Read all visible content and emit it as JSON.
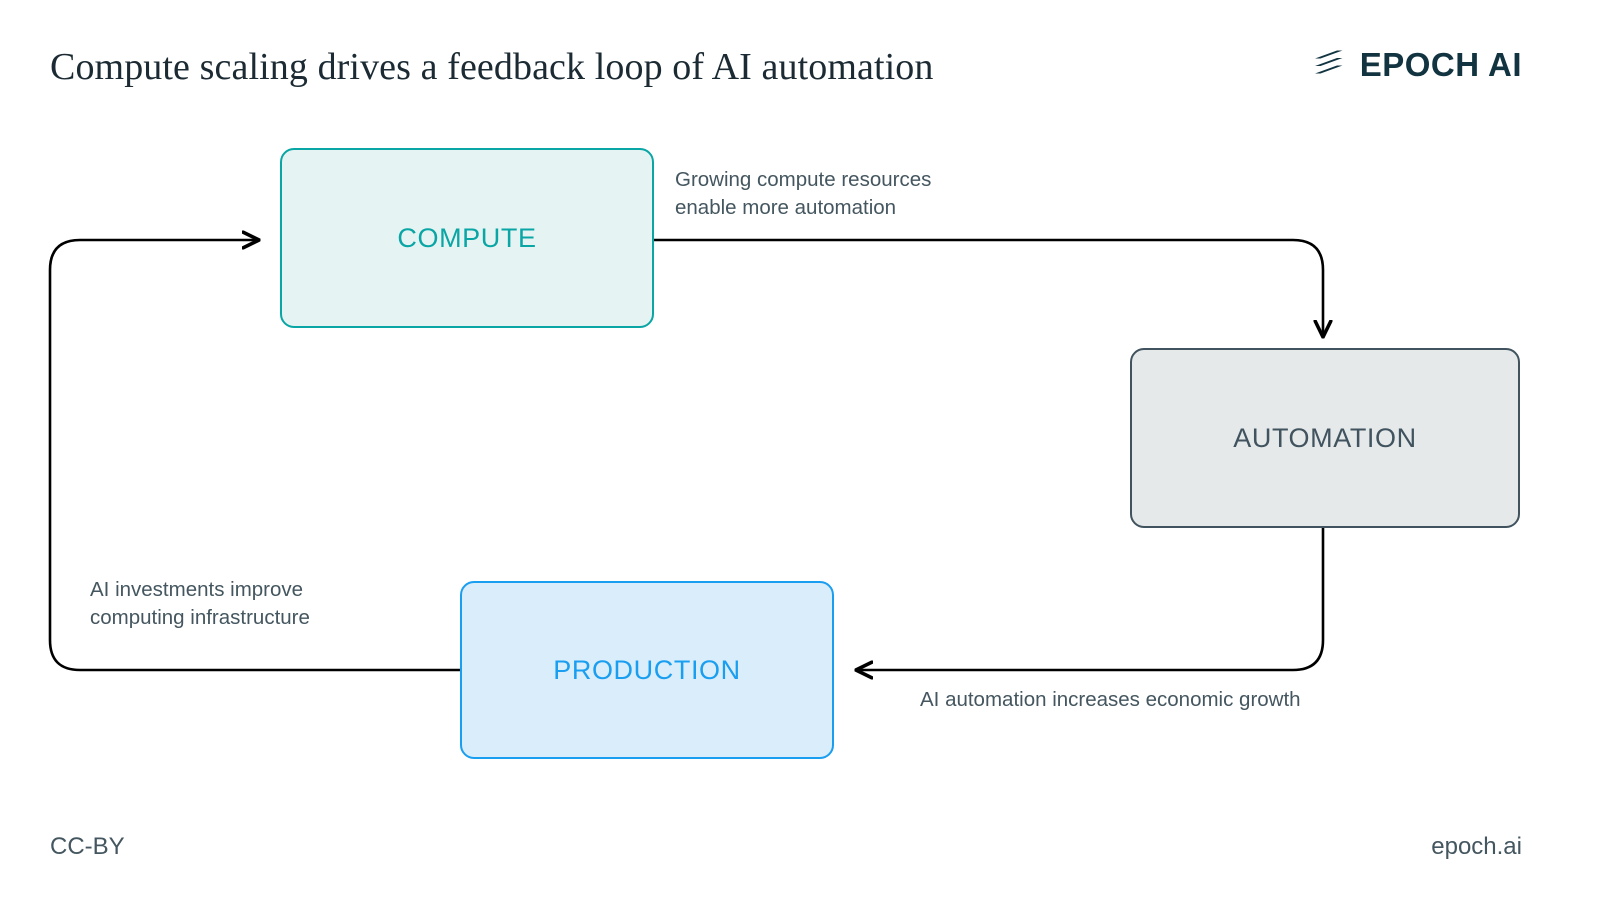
{
  "header": {
    "title": "Compute scaling drives a feedback loop of AI automation",
    "brand_name": "EPOCH AI",
    "brand_mark": "epoch-logo-icon"
  },
  "diagram": {
    "type": "cycle-flowchart",
    "nodes": [
      {
        "id": "compute",
        "label": "COMPUTE",
        "fill": "#e5f4f2",
        "stroke": "#0aa5a5",
        "text_color": "#0aa5a5"
      },
      {
        "id": "automation",
        "label": "AUTOMATION",
        "fill": "#e5e9ea",
        "stroke": "#40535e",
        "text_color": "#40535e"
      },
      {
        "id": "production",
        "label": "PRODUCTION",
        "fill": "#d9edfb",
        "stroke": "#1a9ef0",
        "text_color": "#1a9ef0"
      }
    ],
    "edges": [
      {
        "id": "compute-automation",
        "from": "compute",
        "to": "automation",
        "label": "Growing compute resources\nenable more automation"
      },
      {
        "id": "automation-production",
        "from": "automation",
        "to": "production",
        "label": "AI automation increases economic growth"
      },
      {
        "id": "production-compute",
        "from": "production",
        "to": "compute",
        "label": "AI investments improve\ncomputing infrastructure"
      }
    ],
    "arrow_color": "#000000"
  },
  "footer": {
    "license": "CC-BY",
    "site": "epoch.ai"
  }
}
